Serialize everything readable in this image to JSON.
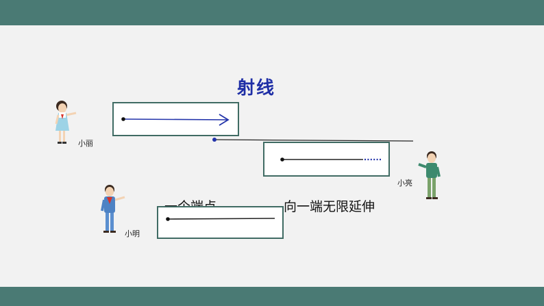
{
  "slide": {
    "title": "射线",
    "phrase_left": "一个端点",
    "phrase_right": "向一端无限延伸"
  },
  "characters": [
    {
      "name": "小丽"
    },
    {
      "name": "小亮"
    },
    {
      "name": "小明"
    }
  ],
  "colors": {
    "frame": "#4a7a74",
    "box_border": "#3f6b63",
    "title": "#1f2fa6",
    "arrow_line": "#2233aa"
  }
}
